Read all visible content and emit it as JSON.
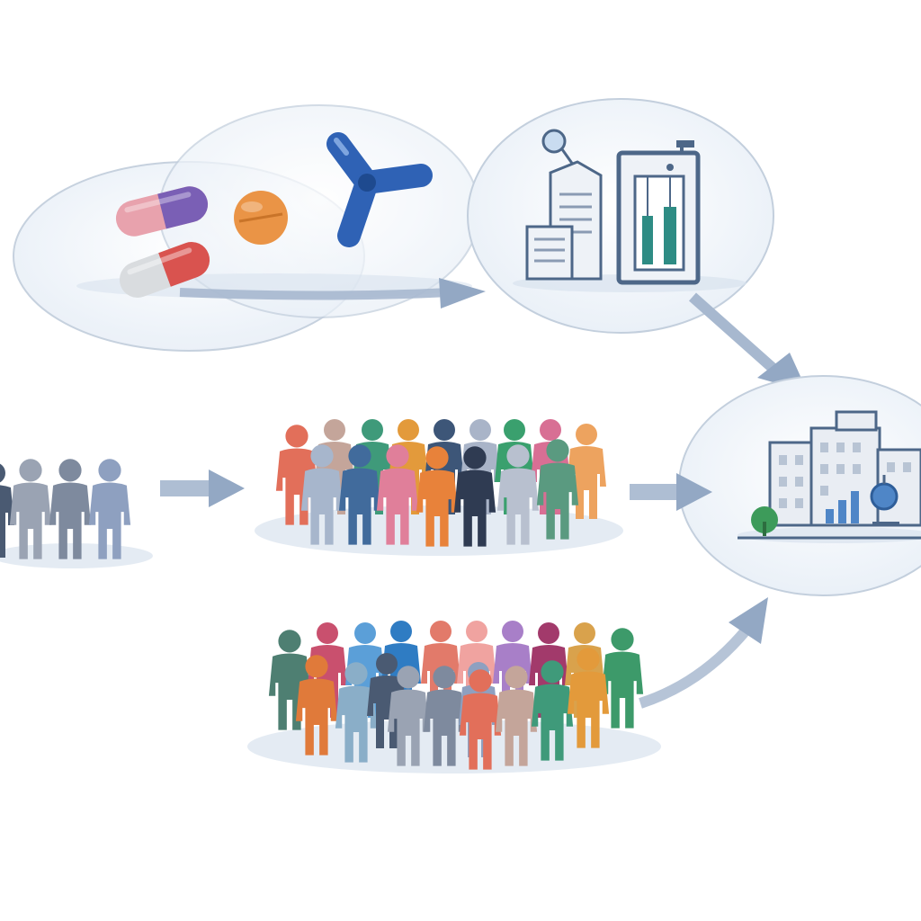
{
  "stages": [
    {
      "name": "medicines",
      "icons": [
        "capsule-icon",
        "tablet-icon",
        "antibody-icon"
      ]
    },
    {
      "name": "laboratory",
      "icons": [
        "magnifier-icon",
        "document-icon",
        "lab-equipment-icon"
      ]
    },
    {
      "name": "hospital",
      "icons": [
        "hospital-building-icon",
        "tree-icon",
        "bar-chart-icon",
        "location-pin-icon"
      ]
    }
  ],
  "groups": [
    {
      "name": "small-group",
      "count": 5
    },
    {
      "name": "medium-group",
      "count": 18
    },
    {
      "name": "large-group",
      "count": 21
    }
  ],
  "colors": {
    "bubble_stroke": "#b9c7d8",
    "bubble_fill": "#eef3f9",
    "arrow": "#93a8c4",
    "icon_stroke": "#4d6788",
    "capsule_purple": "#7a5fb5",
    "capsule_pink": "#e8a2ad",
    "capsule_red": "#d9534f",
    "capsule_white": "#d9dcdf",
    "tablet": "#ea9446",
    "antibody": "#2f62b5",
    "liquid": "#2e8c84",
    "tree": "#3d9b5a",
    "pin": "#4f86c7"
  },
  "person_palette": [
    "#4a5a72",
    "#9aa3b3",
    "#7e8a9e",
    "#8ea0c0",
    "#e26f5a",
    "#c4a59a",
    "#3f9a7a",
    "#e39a3b",
    "#3d5678",
    "#a9b4c8",
    "#3aa06e",
    "#d86f94",
    "#eda35f",
    "#a7b6cc",
    "#416b9c",
    "#e07f9a",
    "#e8823a",
    "#2f3b52",
    "#b8c0cf",
    "#5a9a80",
    "#4e7f72",
    "#c9506e",
    "#5b9fd8",
    "#2f7cc3",
    "#e27a6a",
    "#f0a3a0",
    "#a87fc8",
    "#a23a6b",
    "#d9a24c",
    "#3d9a6a",
    "#e07a3a",
    "#8aaec8"
  ]
}
